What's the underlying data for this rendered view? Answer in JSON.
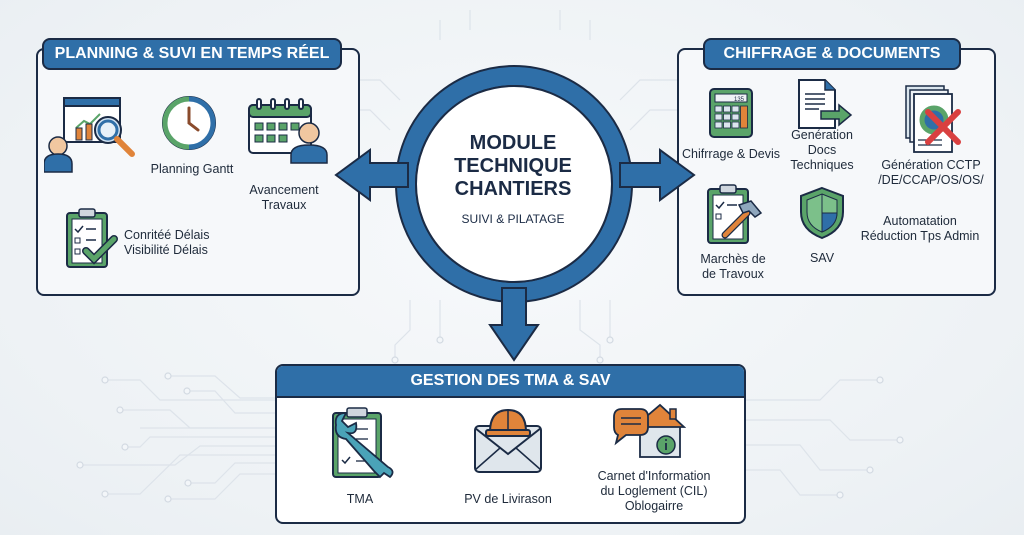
{
  "center": {
    "title_lines": [
      "MODULE",
      "TECHNIQUE",
      "CHANTIERS"
    ],
    "subtitle": "SUIVI & PILATAGE"
  },
  "panels": {
    "left": {
      "title": "PLANNING & SUVI EN TEMPS RÉEL",
      "items": [
        {
          "icon": "analytics-magnifier-icon",
          "label": ""
        },
        {
          "icon": "clock-icon",
          "label": "Planning Gantt"
        },
        {
          "icon": "calendar-person-icon",
          "label_lines": [
            "Avancement",
            "Travaux"
          ]
        },
        {
          "icon": "clipboard-check-icon",
          "label_lines": [
            "Conritéé Délais",
            "Visibilité Délais"
          ]
        }
      ]
    },
    "right": {
      "title": "CHIFFRAGE & DOCUMENTS",
      "items": [
        {
          "icon": "calculator-icon",
          "label": "Chifrrage & Devis",
          "display": "135"
        },
        {
          "icon": "document-arrow-icon",
          "label_lines": [
            "Genération",
            "Docs",
            "Techniques"
          ]
        },
        {
          "icon": "document-cross-icon",
          "label_lines": [
            "Génération CCTP",
            "/DE/CCAP/OS/OS/"
          ]
        },
        {
          "icon": "clipboard-hammer-icon",
          "label_lines": [
            "Marchès de",
            "de Travoux"
          ]
        },
        {
          "icon": "shield-icon",
          "label": "SAV"
        },
        {
          "icon": "automation-icon",
          "label_lines": [
            "Automatation",
            "Réduction Tps Admin"
          ]
        }
      ]
    },
    "bottom": {
      "title": "GESTION DES TMA & SAV",
      "items": [
        {
          "icon": "clipboard-wrench-icon",
          "label": "TMA"
        },
        {
          "icon": "envelope-helmet-icon",
          "label": "PV de Livirason"
        },
        {
          "icon": "house-info-icon",
          "label_lines": [
            "Carnet d'Information",
            "du Loglement (CIL)",
            "Oblogairre"
          ]
        }
      ]
    }
  },
  "colors": {
    "primary_blue": "#2f6fa8",
    "dark_navy": "#1b2b45",
    "green": "#5aa469",
    "orange": "#e0843a",
    "red": "#d94040"
  }
}
